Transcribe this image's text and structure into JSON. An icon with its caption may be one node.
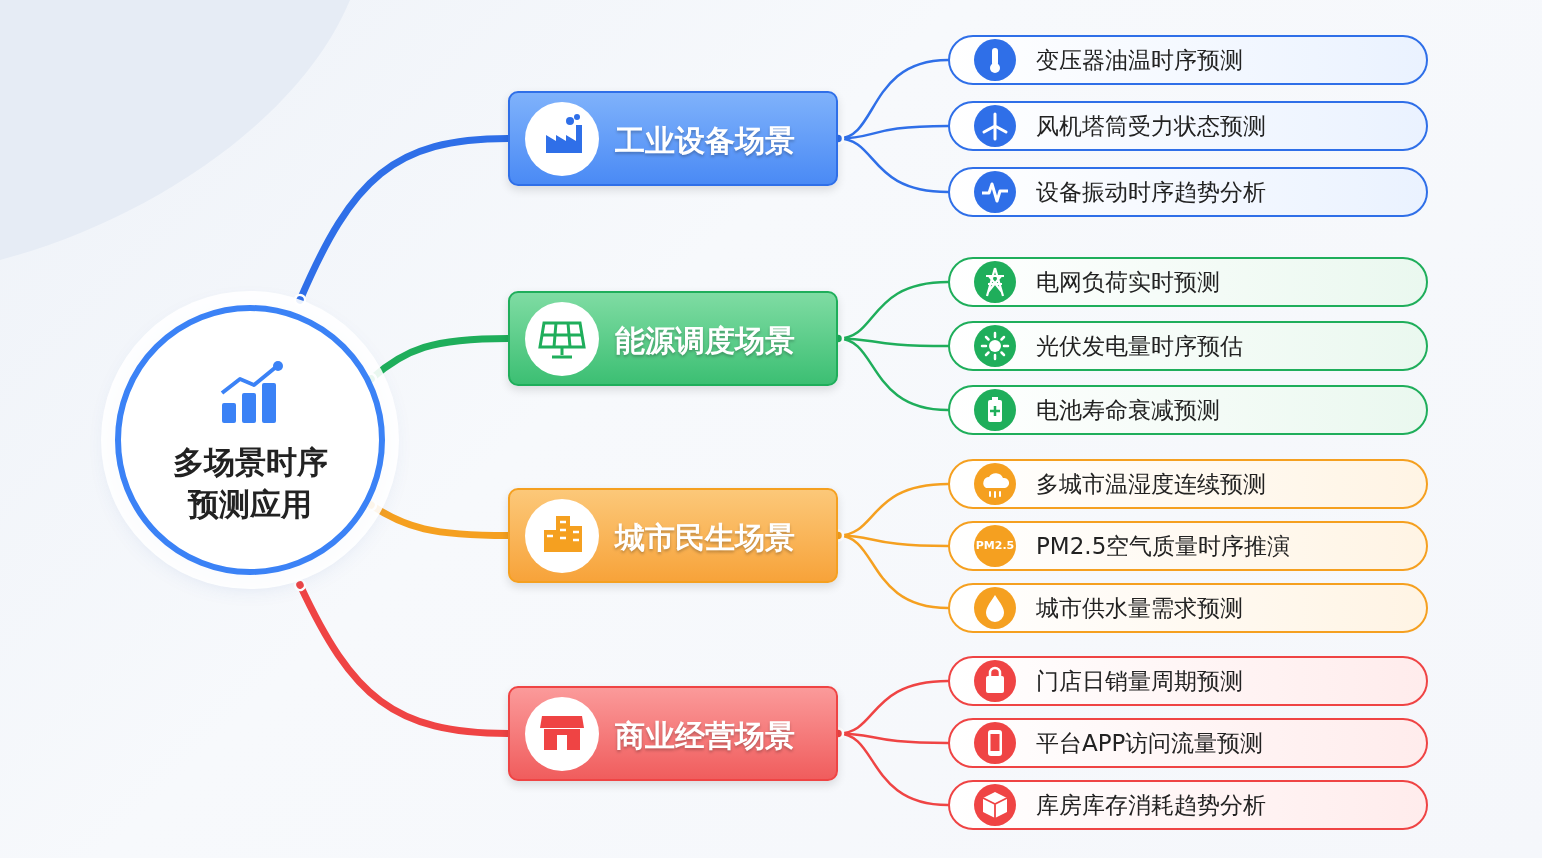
{
  "diagram": {
    "nodes": [
      {
        "text": [
          "多场景时序预测应用"
        ]
      },
      {
        "text": [
          "工业设备场景"
        ]
      },
      {
        "text": [
          "能源调度场景"
        ]
      },
      {
        "text": [
          "城市民生场景"
        ]
      },
      {
        "text": [
          "商业经营场景"
        ]
      },
      {
        "text": [
          "变压器油温时序预测"
        ]
      },
      {
        "text": [
          "风机塔筒受力状态预测"
        ]
      },
      {
        "text": [
          "设备振动时序趋势分析"
        ]
      },
      {
        "text": [
          "电网负荷实时预测"
        ]
      },
      {
        "text": [
          "光伏发电量时序预估"
        ]
      },
      {
        "text": [
          "电池寿命衰减预测"
        ]
      },
      {
        "text": [
          "多城市温湿度连续预测"
        ]
      },
      {
        "text": [
          "PM2.5",
          "PM2.5空气质量时序推演"
        ]
      },
      {
        "text": [
          "城市供水量需求预测"
        ]
      },
      {
        "text": [
          "门店日销量周期预测"
        ]
      },
      {
        "text": [
          "平台APP访问流量预测"
        ]
      },
      {
        "text": [
          "库房库存消耗趋势分析"
        ]
      }
    ],
    "edges": [
      {
        "from": 0,
        "to": 1,
        "arrow": "other",
        "style": "thick",
        "color": "#2f6fe8"
      },
      {
        "from": 0,
        "to": 2,
        "arrow": "other",
        "style": "thick",
        "color": "#1fae5b"
      },
      {
        "from": 0,
        "to": 3,
        "arrow": "other",
        "style": "thick",
        "color": "#f5a020"
      },
      {
        "from": 0,
        "to": 4,
        "arrow": "other",
        "style": "thick",
        "color": "#ef4444"
      },
      {
        "from": 1,
        "to": 5,
        "arrow": "other",
        "color": "#2f6fe8"
      },
      {
        "from": 1,
        "to": 6,
        "arrow": "other",
        "color": "#2f6fe8"
      },
      {
        "from": 1,
        "to": 7,
        "arrow": "other",
        "color": "#2f6fe8"
      },
      {
        "from": 2,
        "to": 8,
        "arrow": "other",
        "color": "#1fae5b"
      },
      {
        "from": 2,
        "to": 9,
        "arrow": "other",
        "color": "#1fae5b"
      },
      {
        "from": 2,
        "to": 10,
        "arrow": "other",
        "color": "#1fae5b"
      },
      {
        "from": 3,
        "to": 11,
        "arrow": "other",
        "color": "#f5a020"
      },
      {
        "from": 3,
        "to": 12,
        "arrow": "other",
        "color": "#f5a020"
      },
      {
        "from": 3,
        "to": 13,
        "arrow": "other",
        "color": "#f5a020"
      },
      {
        "from": 4,
        "to": 14,
        "arrow": "other",
        "color": "#ef4444"
      },
      {
        "from": 4,
        "to": 15,
        "arrow": "other",
        "color": "#ef4444"
      },
      {
        "from": 4,
        "to": 16,
        "arrow": "other",
        "color": "#ef4444"
      }
    ]
  }
}
